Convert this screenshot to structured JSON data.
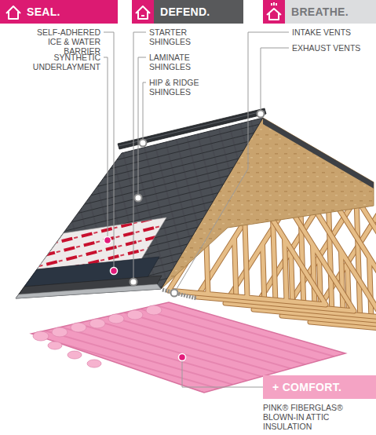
{
  "diagram": {
    "nodes": [
      {
        "text": [
          "SEAL."
        ]
      },
      {
        "text": [
          "DEFEND."
        ]
      },
      {
        "text": [
          "BREATHE."
        ]
      },
      {
        "text": [
          "+ COMFORT."
        ]
      }
    ],
    "labels": [
      "SELF-ADHERED ICE & WATER BARRIER",
      "SYNTHETIC UNDERLAYMENT",
      "STARTER SHINGLES",
      "LAMINATE SHINGLES",
      "HIP & RIDGE SHINGLES",
      "INTAKE VENTS",
      "EXHAUST VENTS",
      "PINK® FIBERGLAS® BLOWN-IN ATTIC INSULATION"
    ]
  }
}
